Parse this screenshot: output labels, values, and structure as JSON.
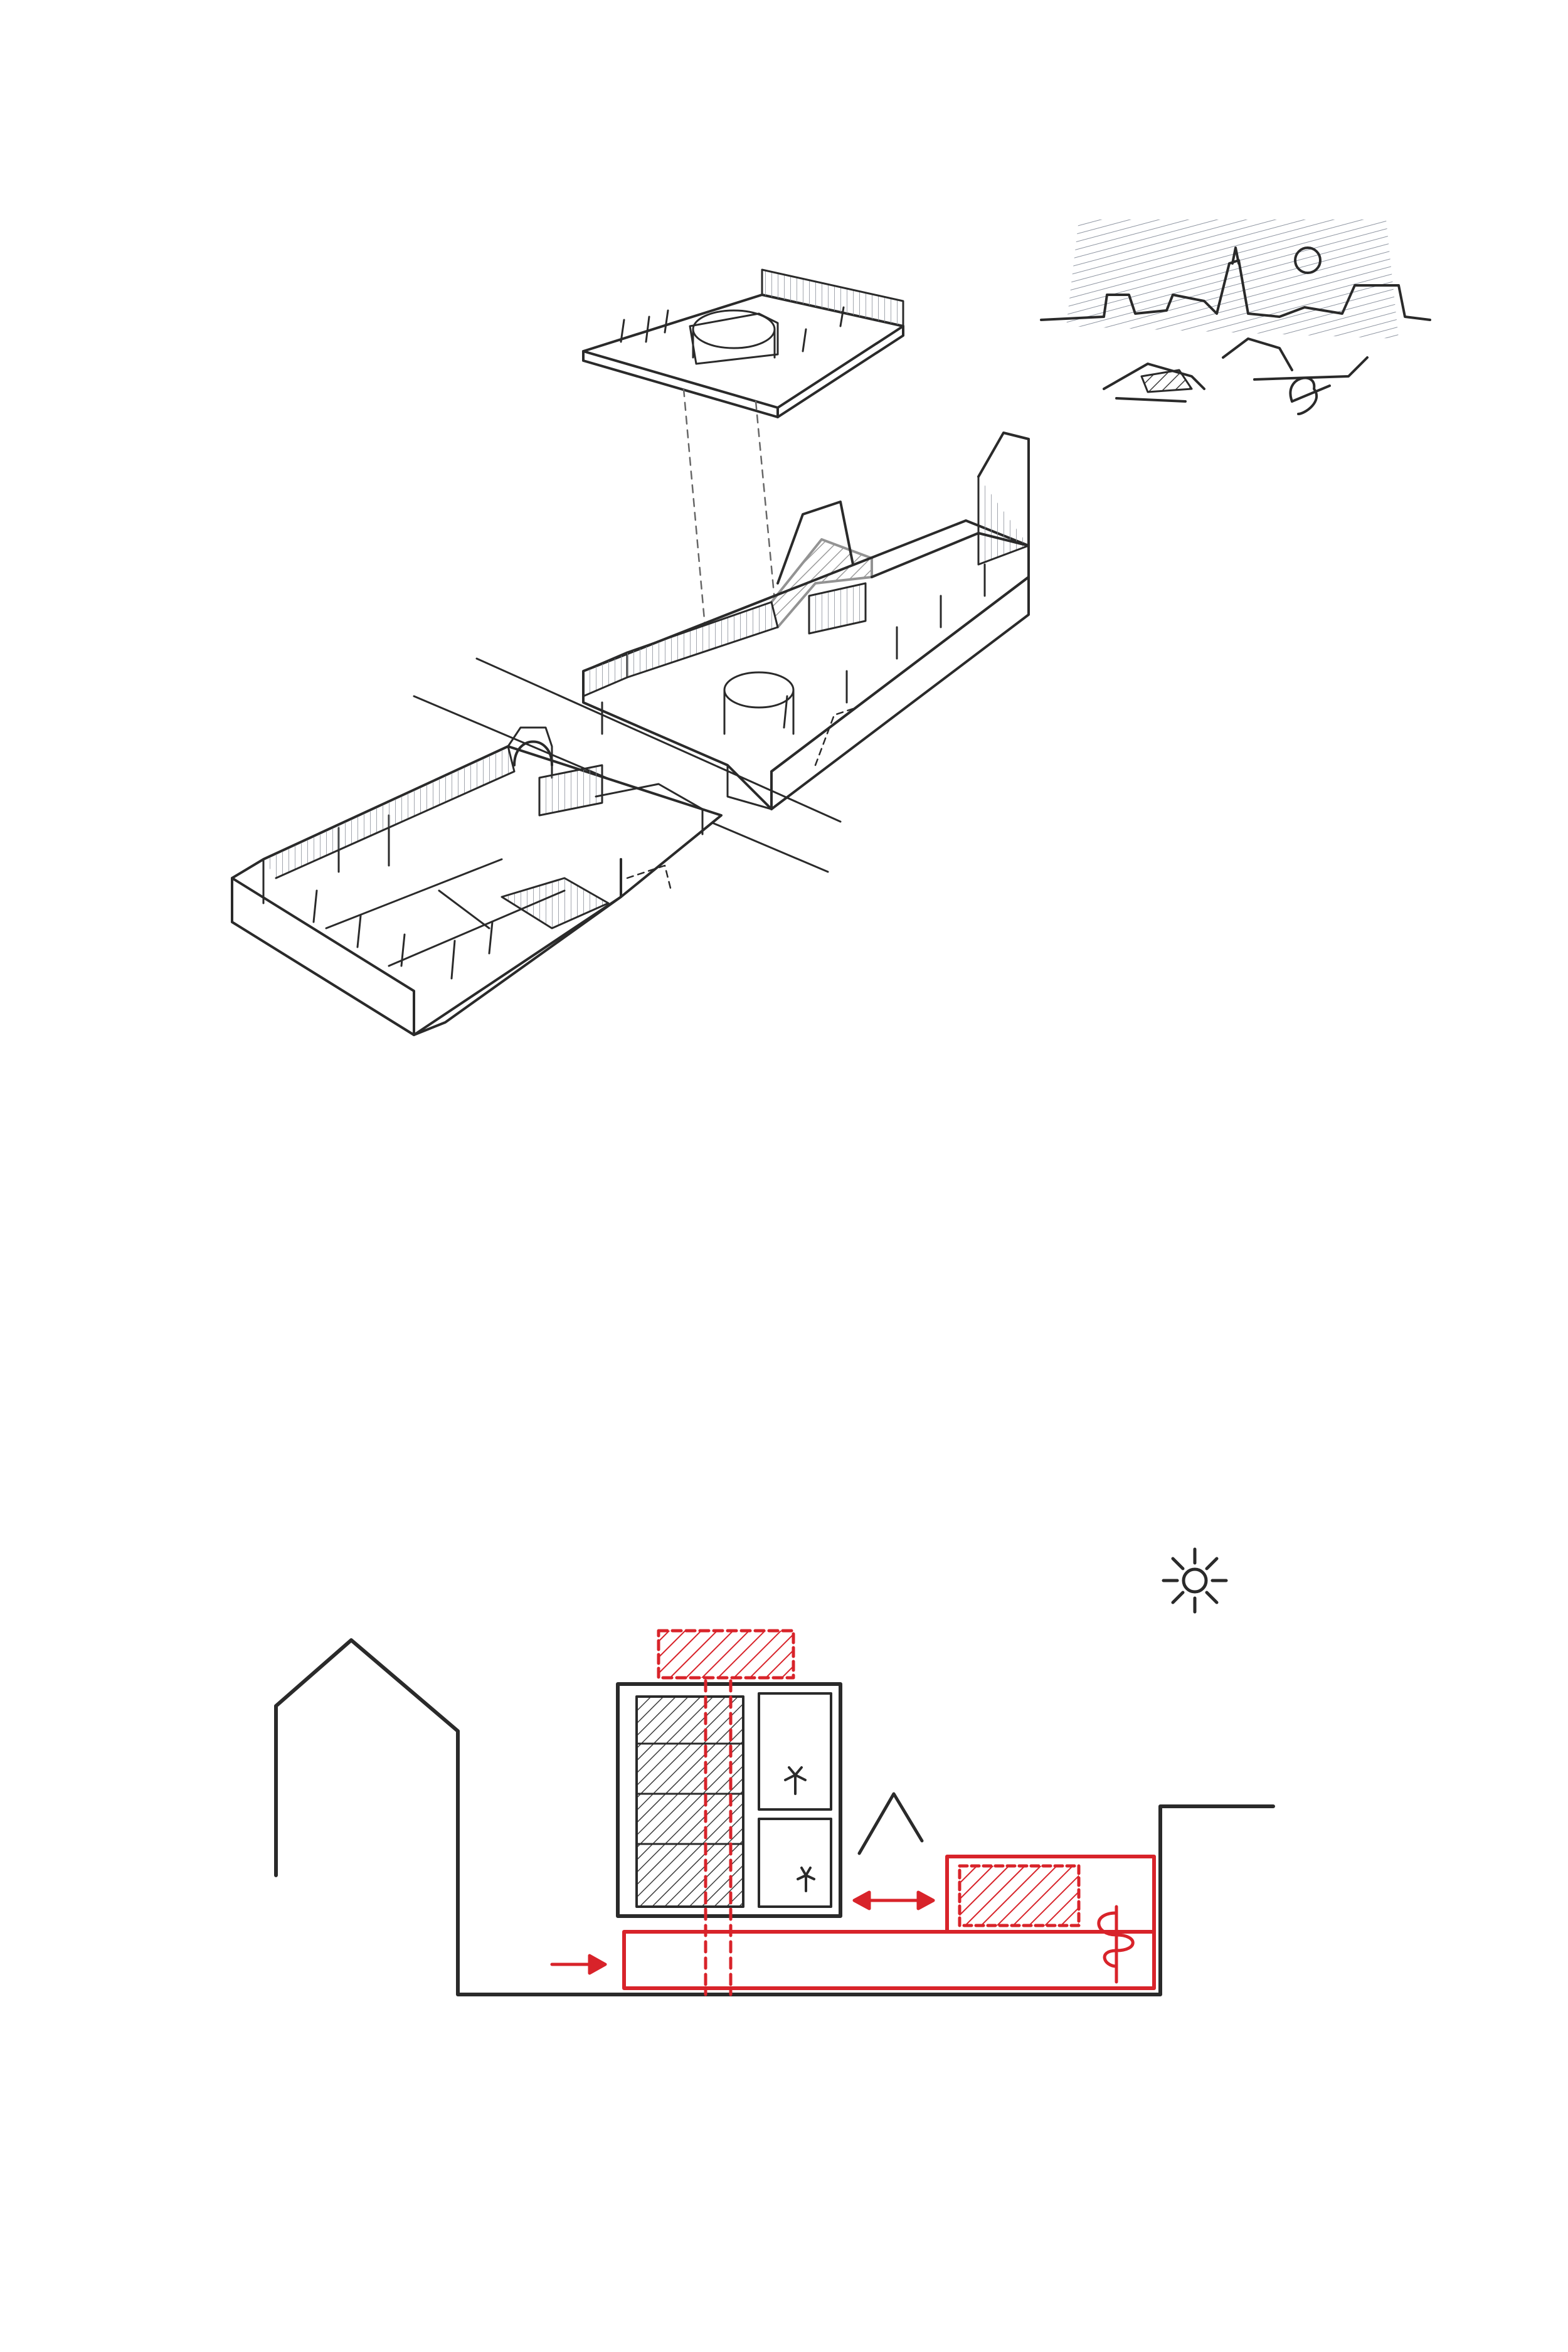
{
  "colors": {
    "paper": "#ffffff",
    "ink": "#2a2a2a",
    "pencil": "#555a63",
    "sky_hatch": "#7a8290",
    "accent_red": "#d8232a"
  },
  "sketch_top": {
    "description_free": true,
    "parts": [
      "roof-terrace-plan",
      "skyline-vignette",
      "upper-building-volume",
      "street",
      "lower-courtyard-block"
    ]
  },
  "diagram_bottom": {
    "parts": [
      "neighbour-house-outline",
      "ground-line",
      "tower-block",
      "rooftop-addition",
      "courtyard-annex",
      "access-arrow",
      "link-arrow",
      "sun-symbol",
      "tree-symbol"
    ]
  }
}
